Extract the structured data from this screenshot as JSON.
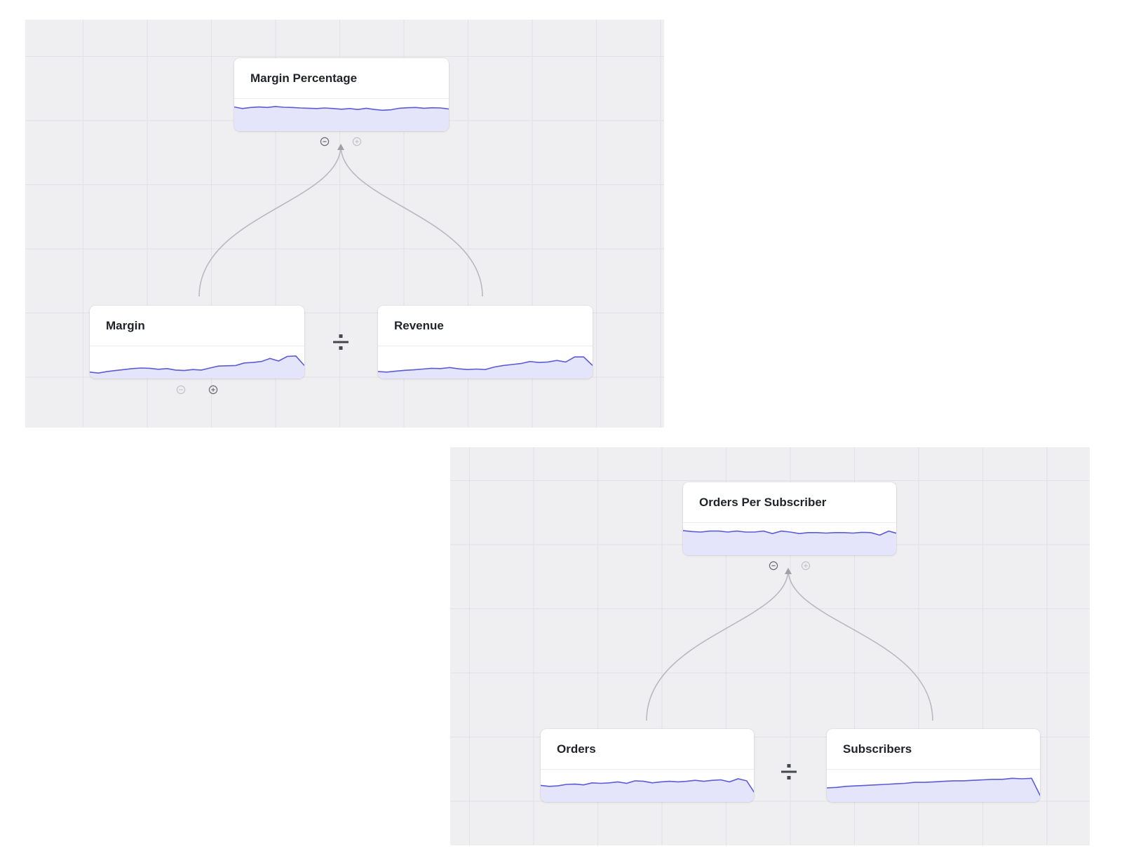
{
  "colors": {
    "line": "#5b5bd6",
    "fill": "#e4e4fb",
    "connector": "#b9b9bf",
    "operator": "#45474d"
  },
  "icons": {
    "collapse": "minus-circle-icon",
    "expand": "plus-circle-icon",
    "operator": "divide-icon"
  },
  "diagrams": [
    {
      "root": {
        "title": "Margin Percentage",
        "trend": [
          0.9,
          0.84,
          0.88,
          0.9,
          0.88,
          0.92,
          0.89,
          0.88,
          0.86,
          0.85,
          0.84,
          0.86,
          0.84,
          0.81,
          0.84,
          0.8,
          0.85,
          0.8,
          0.77,
          0.79,
          0.85,
          0.87,
          0.88,
          0.85,
          0.87,
          0.86,
          0.82
        ]
      },
      "operator": "÷",
      "children": [
        {
          "title": "Margin",
          "trend": [
            0.2,
            0.16,
            0.22,
            0.26,
            0.3,
            0.34,
            0.36,
            0.35,
            0.31,
            0.34,
            0.28,
            0.26,
            0.3,
            0.28,
            0.36,
            0.44,
            0.45,
            0.46,
            0.56,
            0.58,
            0.62,
            0.74,
            0.64,
            0.82,
            0.84,
            0.46
          ]
        },
        {
          "title": "Revenue",
          "trend": [
            0.22,
            0.2,
            0.24,
            0.27,
            0.29,
            0.32,
            0.35,
            0.34,
            0.38,
            0.33,
            0.3,
            0.32,
            0.3,
            0.4,
            0.46,
            0.5,
            0.54,
            0.62,
            0.58,
            0.6,
            0.66,
            0.6,
            0.8,
            0.8,
            0.46
          ]
        }
      ]
    },
    {
      "root": {
        "title": "Orders Per Subscriber",
        "trend": [
          0.92,
          0.88,
          0.86,
          0.9,
          0.9,
          0.86,
          0.9,
          0.86,
          0.86,
          0.9,
          0.8,
          0.9,
          0.86,
          0.8,
          0.84,
          0.84,
          0.82,
          0.84,
          0.84,
          0.82,
          0.85,
          0.84,
          0.74,
          0.9,
          0.8
        ]
      },
      "operator": "÷",
      "children": [
        {
          "title": "Orders",
          "trend": [
            0.6,
            0.56,
            0.58,
            0.64,
            0.65,
            0.62,
            0.7,
            0.68,
            0.7,
            0.74,
            0.68,
            0.78,
            0.76,
            0.7,
            0.74,
            0.76,
            0.74,
            0.76,
            0.8,
            0.76,
            0.8,
            0.82,
            0.74,
            0.86,
            0.78,
            0.26
          ]
        },
        {
          "title": "Subscribers",
          "trend": [
            0.5,
            0.52,
            0.56,
            0.58,
            0.6,
            0.62,
            0.64,
            0.66,
            0.68,
            0.72,
            0.72,
            0.74,
            0.76,
            0.78,
            0.78,
            0.8,
            0.82,
            0.84,
            0.84,
            0.88,
            0.86,
            0.88,
            0.1
          ]
        }
      ]
    }
  ]
}
